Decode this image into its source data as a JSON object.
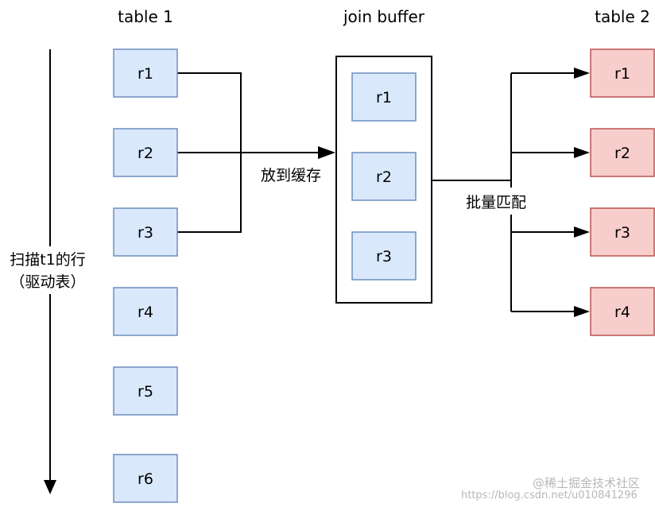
{
  "headings": {
    "table1": "table 1",
    "buffer": "join buffer",
    "table2": "table 2"
  },
  "table1_rows": [
    "r1",
    "r2",
    "r3",
    "r4",
    "r5",
    "r6"
  ],
  "buffer_rows": [
    "r1",
    "r2",
    "r3"
  ],
  "table2_rows": [
    "r1",
    "r2",
    "r3",
    "r4"
  ],
  "labels": {
    "put_into_cache": "放到缓存",
    "batch_match": "批量匹配",
    "scan_line1": "扫描t1的行",
    "scan_line2": "（驱动表）"
  },
  "watermark": {
    "brand": "@稀土掘金技术社区",
    "url": "https://blog.csdn.net/u010841296"
  },
  "colors": {
    "driving_table_fill": "#dae8fc",
    "driving_table_stroke": "#6c8ebf",
    "driven_table_fill": "#f8cecc",
    "driven_table_stroke": "#b85450"
  }
}
